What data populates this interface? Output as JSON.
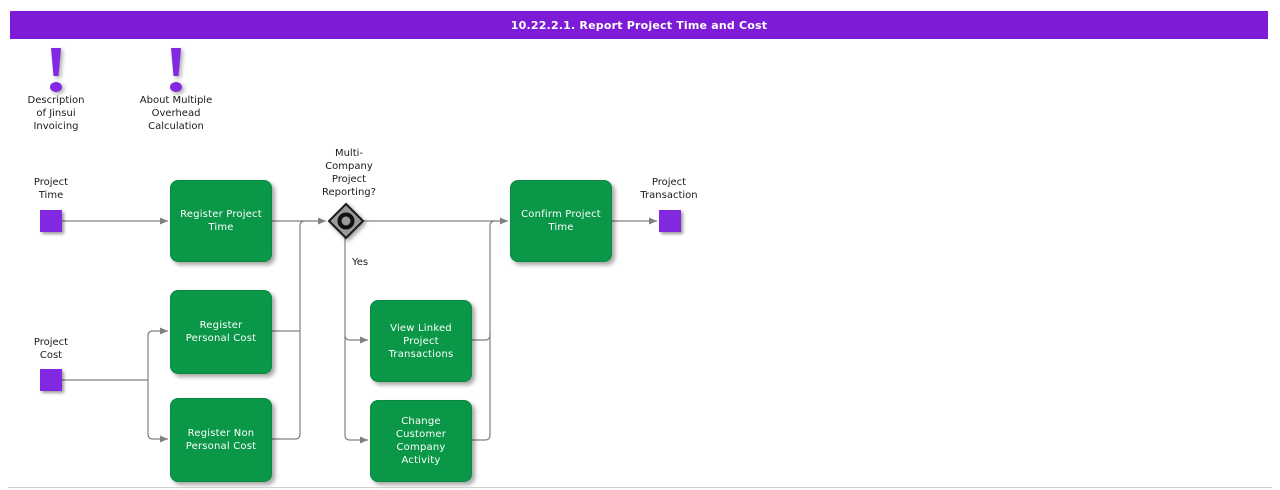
{
  "title": "10.22.2.1. Report Project Time and Cost",
  "colors": {
    "title_bar": "#7e1bd6",
    "event_square": "#8328e1",
    "process_box": "#0a9748",
    "connector": "#808080"
  },
  "annotations": [
    {
      "label": "Description\nof Jinsui\nInvoicing"
    },
    {
      "label": "About Multiple\nOverhead\nCalculation"
    }
  ],
  "events": [
    {
      "label": "Project\nTime"
    },
    {
      "label": "Project\nCost"
    },
    {
      "label": "Project\nTransaction"
    }
  ],
  "decision": {
    "label": "Multi-\nCompany\nProject\nReporting?",
    "yes_label": "Yes"
  },
  "processes": [
    {
      "label": "Register Project\nTime"
    },
    {
      "label": "Register\nPersonal Cost"
    },
    {
      "label": "Register Non\nPersonal Cost"
    },
    {
      "label": "View Linked\nProject\nTransactions"
    },
    {
      "label": "Change\nCustomer\nCompany\nActivity"
    },
    {
      "label": "Confirm Project\nTime"
    }
  ]
}
